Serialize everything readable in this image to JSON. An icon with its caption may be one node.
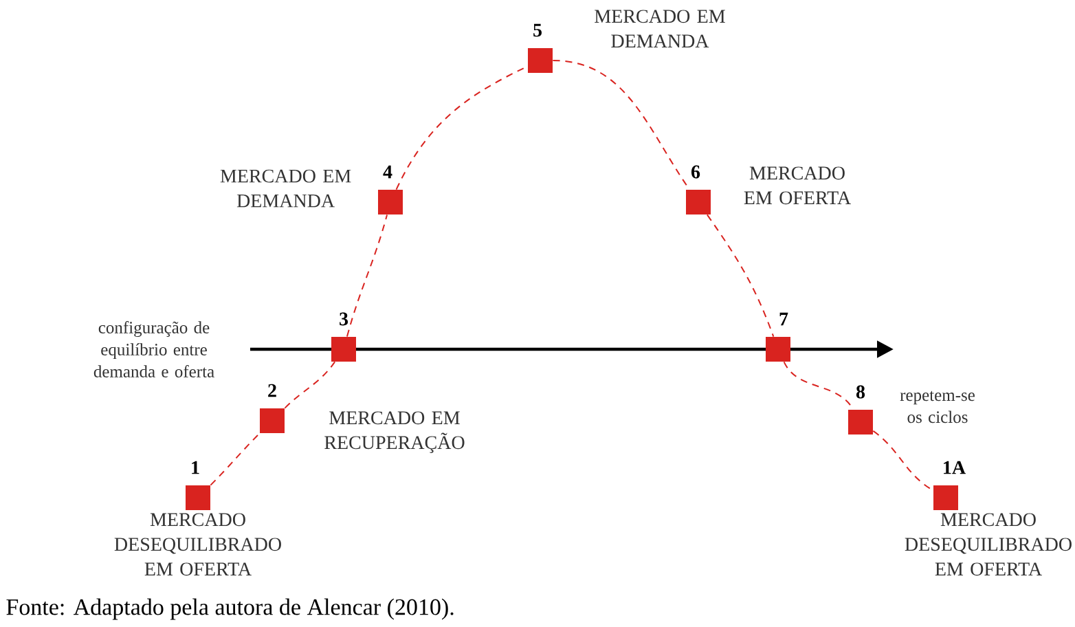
{
  "diagram": {
    "caption": "Fonte: Adaptado pela autora de Alencar (2010).",
    "nodes": [
      {
        "text": [
          "1"
        ],
        "beside": [
          "MERCADO DESEQUILIBRADO EM OFERTA"
        ]
      },
      {
        "text": [
          "2"
        ],
        "beside": [
          "MERCADO EM RECUPERAÇÃO"
        ]
      },
      {
        "text": [
          "3"
        ]
      },
      {
        "text": [
          "4"
        ],
        "beside": [
          "MERCADO EM DEMANDA"
        ]
      },
      {
        "text": [
          "5"
        ],
        "beside": [
          "MERCADO EM DEMANDA"
        ]
      },
      {
        "text": [
          "6"
        ],
        "beside": [
          "MERCADO EM OFERTA"
        ]
      },
      {
        "text": [
          "7"
        ]
      },
      {
        "text": [
          "8"
        ]
      },
      {
        "text": [
          "1A"
        ],
        "beside": [
          "MERCADO DESEQUILIBRADO EM OFERTA"
        ]
      }
    ],
    "edges": [
      {
        "from": 0,
        "to": 1,
        "arrow": "none",
        "style": "dashed"
      },
      {
        "from": 1,
        "to": 2,
        "arrow": "none",
        "style": "dashed"
      },
      {
        "from": 2,
        "to": 3,
        "arrow": "none",
        "style": "dashed"
      },
      {
        "from": 3,
        "to": 4,
        "arrow": "none",
        "style": "dashed"
      },
      {
        "from": 4,
        "to": 5,
        "arrow": "none",
        "style": "dashed"
      },
      {
        "from": 5,
        "to": 6,
        "arrow": "none",
        "style": "dashed"
      },
      {
        "from": 6,
        "to": 7,
        "arrow": "none",
        "style": "dashed"
      },
      {
        "from": 7,
        "to": 8,
        "arrow": "none",
        "style": "dashed"
      }
    ],
    "labels": [
      "configuração de equilíbrio entre demanda e oferta",
      "repetem-se os ciclos"
    ]
  }
}
